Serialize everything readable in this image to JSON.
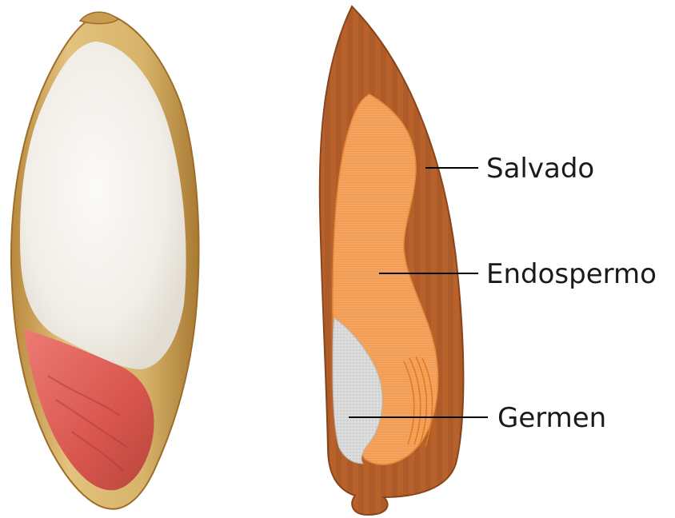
{
  "labels": {
    "bran": "Salvado",
    "endosperm": "Endospermo",
    "germ": "Germen"
  },
  "colors": {
    "bran": "#b8612a",
    "endosperm": "#f7a35c",
    "germ": "#d9d9d9",
    "photo_hull": "#d6ac5c",
    "photo_starch": "#f3f0ea",
    "photo_germ": "#e46a62"
  }
}
